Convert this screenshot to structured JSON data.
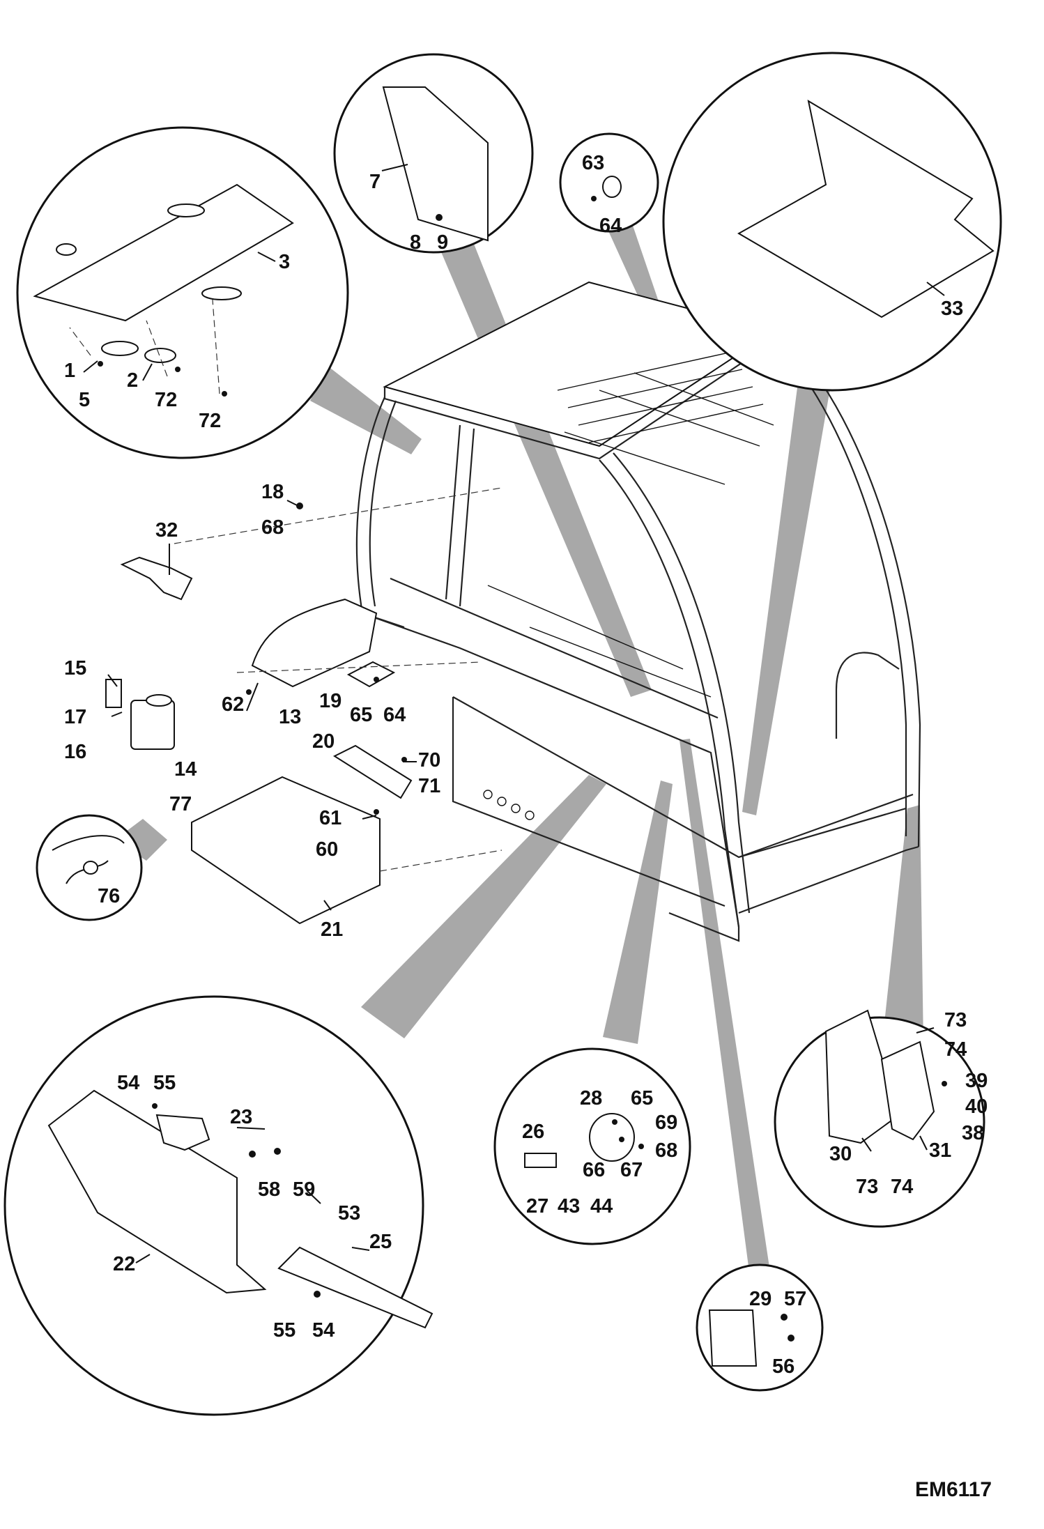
{
  "diagram_code": "EM6117",
  "callouts": [
    {
      "id": "c1",
      "text": "1"
    },
    {
      "id": "c2",
      "text": "2"
    },
    {
      "id": "c3",
      "text": "3"
    },
    {
      "id": "c5",
      "text": "5"
    },
    {
      "id": "c72a",
      "text": "72"
    },
    {
      "id": "c72b",
      "text": "72"
    },
    {
      "id": "c7",
      "text": "7"
    },
    {
      "id": "c8",
      "text": "8"
    },
    {
      "id": "c9",
      "text": "9"
    },
    {
      "id": "c63",
      "text": "63"
    },
    {
      "id": "c64a",
      "text": "64"
    },
    {
      "id": "c33",
      "text": "33"
    },
    {
      "id": "c18",
      "text": "18"
    },
    {
      "id": "c68a",
      "text": "68"
    },
    {
      "id": "c32",
      "text": "32"
    },
    {
      "id": "c15",
      "text": "15"
    },
    {
      "id": "c17",
      "text": "17"
    },
    {
      "id": "c16",
      "text": "16"
    },
    {
      "id": "c14",
      "text": "14"
    },
    {
      "id": "c77",
      "text": "77"
    },
    {
      "id": "c62",
      "text": "62"
    },
    {
      "id": "c13",
      "text": "13"
    },
    {
      "id": "c19",
      "text": "19"
    },
    {
      "id": "c65a",
      "text": "65"
    },
    {
      "id": "c64b",
      "text": "64"
    },
    {
      "id": "c20",
      "text": "20"
    },
    {
      "id": "c70",
      "text": "70"
    },
    {
      "id": "c71",
      "text": "71"
    },
    {
      "id": "c61",
      "text": "61"
    },
    {
      "id": "c60",
      "text": "60"
    },
    {
      "id": "c21",
      "text": "21"
    },
    {
      "id": "c76",
      "text": "76"
    },
    {
      "id": "c54a",
      "text": "54"
    },
    {
      "id": "c55a",
      "text": "55"
    },
    {
      "id": "c23",
      "text": "23"
    },
    {
      "id": "c58",
      "text": "58"
    },
    {
      "id": "c59",
      "text": "59"
    },
    {
      "id": "c53",
      "text": "53"
    },
    {
      "id": "c25",
      "text": "25"
    },
    {
      "id": "c22",
      "text": "22"
    },
    {
      "id": "c55b",
      "text": "55"
    },
    {
      "id": "c54b",
      "text": "54"
    },
    {
      "id": "c28",
      "text": "28"
    },
    {
      "id": "c65b",
      "text": "65"
    },
    {
      "id": "c69",
      "text": "69"
    },
    {
      "id": "c26",
      "text": "26"
    },
    {
      "id": "c68b",
      "text": "68"
    },
    {
      "id": "c66",
      "text": "66"
    },
    {
      "id": "c67",
      "text": "67"
    },
    {
      "id": "c27",
      "text": "27"
    },
    {
      "id": "c43",
      "text": "43"
    },
    {
      "id": "c44",
      "text": "44"
    },
    {
      "id": "c73a",
      "text": "73"
    },
    {
      "id": "c74a",
      "text": "74"
    },
    {
      "id": "c39",
      "text": "39"
    },
    {
      "id": "c40",
      "text": "40"
    },
    {
      "id": "c38",
      "text": "38"
    },
    {
      "id": "c30",
      "text": "30"
    },
    {
      "id": "c31",
      "text": "31"
    },
    {
      "id": "c73b",
      "text": "73"
    },
    {
      "id": "c74b",
      "text": "74"
    },
    {
      "id": "c29",
      "text": "29"
    },
    {
      "id": "c57",
      "text": "57"
    },
    {
      "id": "c56",
      "text": "56"
    }
  ]
}
